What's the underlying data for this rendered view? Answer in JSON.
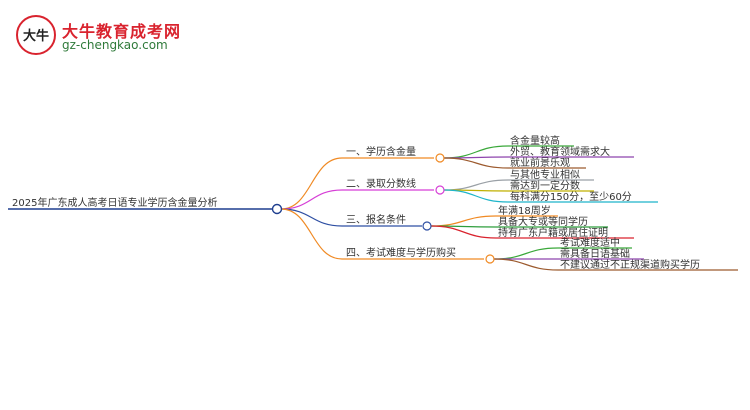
{
  "logo": {
    "emblem_text": "大牛",
    "site_name": "大牛教育成考网",
    "site_url": "gz-chengkao.com"
  },
  "mindmap": {
    "root": "2025年广东成人高考日语专业学历含金量分析",
    "branches": [
      {
        "label": "一、学历含金量",
        "color": "#f08a24",
        "children": [
          {
            "label": "含金量较高",
            "color": "#3aa83a"
          },
          {
            "label": "外贸、教育领域需求大",
            "color": "#8e44ad"
          },
          {
            "label": "就业前景乐观",
            "color": "#9c5a2e"
          }
        ]
      },
      {
        "label": "二、录取分数线",
        "color": "#d63fd6",
        "children": [
          {
            "label": "与其他专业相似",
            "color": "#9aa0a6"
          },
          {
            "label": "需达到一定分数",
            "color": "#c0b000"
          },
          {
            "label": "每科满分150分，至少60分",
            "color": "#1fb5c9"
          }
        ]
      },
      {
        "label": "三、报名条件",
        "color": "#2e4fa3",
        "children": [
          {
            "label": "年满18周岁",
            "color": "#f08a24"
          },
          {
            "label": "具备大专或等同学历",
            "color": "#2e9e3c"
          },
          {
            "label": "持有广东户籍或居住证明",
            "color": "#d9232e"
          }
        ]
      },
      {
        "label": "四、考试难度与学历购买",
        "color": "#f08a24",
        "children": [
          {
            "label": "考试难度适中",
            "color": "#3aa83a"
          },
          {
            "label": "需具备日语基础",
            "color": "#8e44ad"
          },
          {
            "label": "不建议通过不正规渠道购买学历",
            "color": "#9c5a2e"
          }
        ]
      }
    ]
  },
  "colors": {
    "root_line": "#1f3f8f",
    "brand_red": "#d9232e",
    "brand_green": "#2f7a3a"
  }
}
